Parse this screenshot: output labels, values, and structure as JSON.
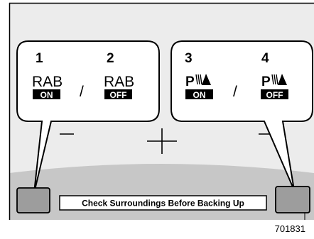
{
  "indicator_1": {
    "number": "1",
    "label": "RAB",
    "badge": "ON"
  },
  "indicator_2": {
    "number": "2",
    "label": "RAB",
    "badge": "OFF"
  },
  "indicator_3": {
    "number": "3",
    "label": "P",
    "badge": "ON"
  },
  "indicator_4": {
    "number": "4",
    "label": "P",
    "badge": "OFF"
  },
  "separators": [
    "/",
    "/"
  ],
  "warning_message": "Check Surroundings Before Backing Up",
  "figure_id": "701831",
  "colors": {
    "panel_background": "#ececec",
    "lower_band": "#c7c7c7",
    "corner_lamp": "#9d9d9d",
    "badge": "#000000",
    "outline": "#000000"
  }
}
